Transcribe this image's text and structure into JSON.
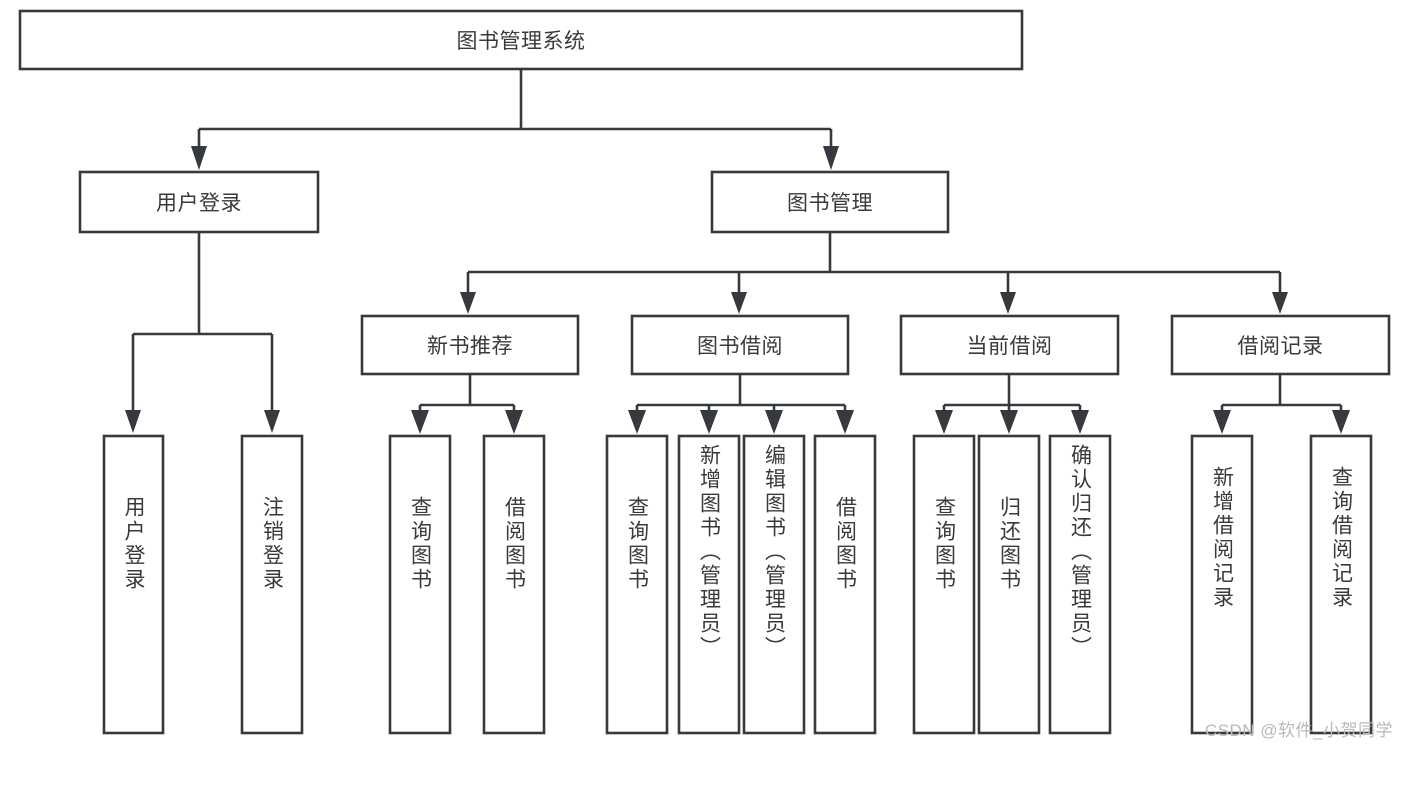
{
  "diagram": {
    "type": "tree-hierarchy",
    "title": "图书管理系统",
    "root": {
      "label": "图书管理系统",
      "children": [
        {
          "label": "用户登录",
          "children": [
            {
              "label": "用户登录"
            },
            {
              "label": "注销登录"
            }
          ]
        },
        {
          "label": "图书管理",
          "children": [
            {
              "label": "新书推荐",
              "children": [
                {
                  "label": "查询图书"
                },
                {
                  "label": "借阅图书"
                }
              ]
            },
            {
              "label": "图书借阅",
              "children": [
                {
                  "label": "查询图书"
                },
                {
                  "label": "新增图书（管理员）"
                },
                {
                  "label": "编辑图书（管理员）"
                },
                {
                  "label": "借阅图书"
                }
              ]
            },
            {
              "label": "当前借阅",
              "children": [
                {
                  "label": "查询图书"
                },
                {
                  "label": "归还图书"
                },
                {
                  "label": "确认归还（管理员）"
                }
              ]
            },
            {
              "label": "借阅记录",
              "children": [
                {
                  "label": "新增借阅记录"
                },
                {
                  "label": "查询借阅记录"
                }
              ]
            }
          ]
        }
      ]
    }
  },
  "nodes": {
    "root": "图书管理系统",
    "l2_user_login": "用户登录",
    "l2_book_mgmt": "图书管理",
    "l3_new_book_rec": "新书推荐",
    "l3_book_borrow": "图书借阅",
    "l3_current_borrow": "当前借阅",
    "l3_borrow_record": "借阅记录",
    "leaf_user_login": "用户登录",
    "leaf_logout": "注销登录",
    "leaf_rec_query_book": "查询图书",
    "leaf_rec_borrow_book": "借阅图书",
    "leaf_borrow_query_book": "查询图书",
    "leaf_borrow_add_book": "新增图书（管理员）",
    "leaf_borrow_edit_book": "编辑图书（管理员）",
    "leaf_borrow_borrow_book": "借阅图书",
    "leaf_cur_query_book": "查询图书",
    "leaf_cur_return_book": "归还图书",
    "leaf_cur_confirm_return": "确认归还（管理员）",
    "leaf_rec_add_record": "新增借阅记录",
    "leaf_rec_query_record": "查询借阅记录"
  },
  "watermark": {
    "text": "CSDN @软件_小贺同学"
  },
  "colors": {
    "stroke": "#36393d",
    "box_fill": "#ffffff",
    "text": "#3a3a3a",
    "background": "#ffffff",
    "watermark": "#b9b9b9"
  }
}
